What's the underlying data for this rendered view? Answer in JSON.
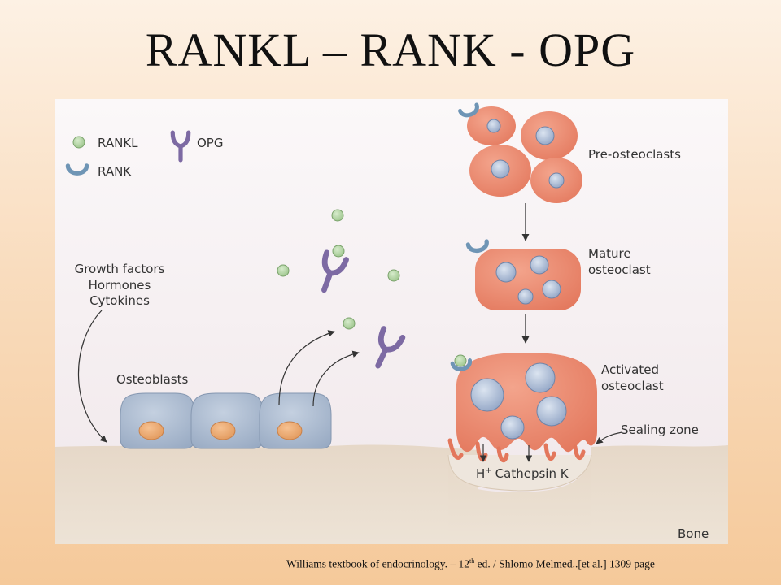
{
  "title": "RANKL – RANK - OPG",
  "legend": {
    "rankl": "RANKL",
    "opg": "OPG",
    "rank": "RANK"
  },
  "labels": {
    "pre_osteoclasts": "Pre-osteoclasts",
    "mature_line1": "Mature",
    "mature_line2": "osteoclast",
    "activated_line1": "Activated",
    "activated_line2": "osteoclast",
    "sealing_zone": "Sealing zone",
    "growth_factors": "Growth factors",
    "hormones": "Hormones",
    "cytokines": "Cytokines",
    "osteoblasts": "Osteoblasts",
    "h_plus": "H",
    "h_plus_sup": "+",
    "cathepsin": "Cathepsin K",
    "bone": "Bone"
  },
  "citation": {
    "part1": "Williams textbook of endocrinology. – 12",
    "sup": "th",
    "part2": " ed. / Shlomo Melmed..[et al.] 1309 page"
  },
  "colors": {
    "rankl": "#a9cf9a",
    "opg": "#7d6aa3",
    "rank": "#6f95b5",
    "osteoclast": "#e9866c",
    "osteoblast": "#a3b4cb",
    "nucleus_osteoblast": "#e9a36c",
    "nucleus_osteoclast": "#b5c4dd",
    "bone": "#e8dccd"
  }
}
